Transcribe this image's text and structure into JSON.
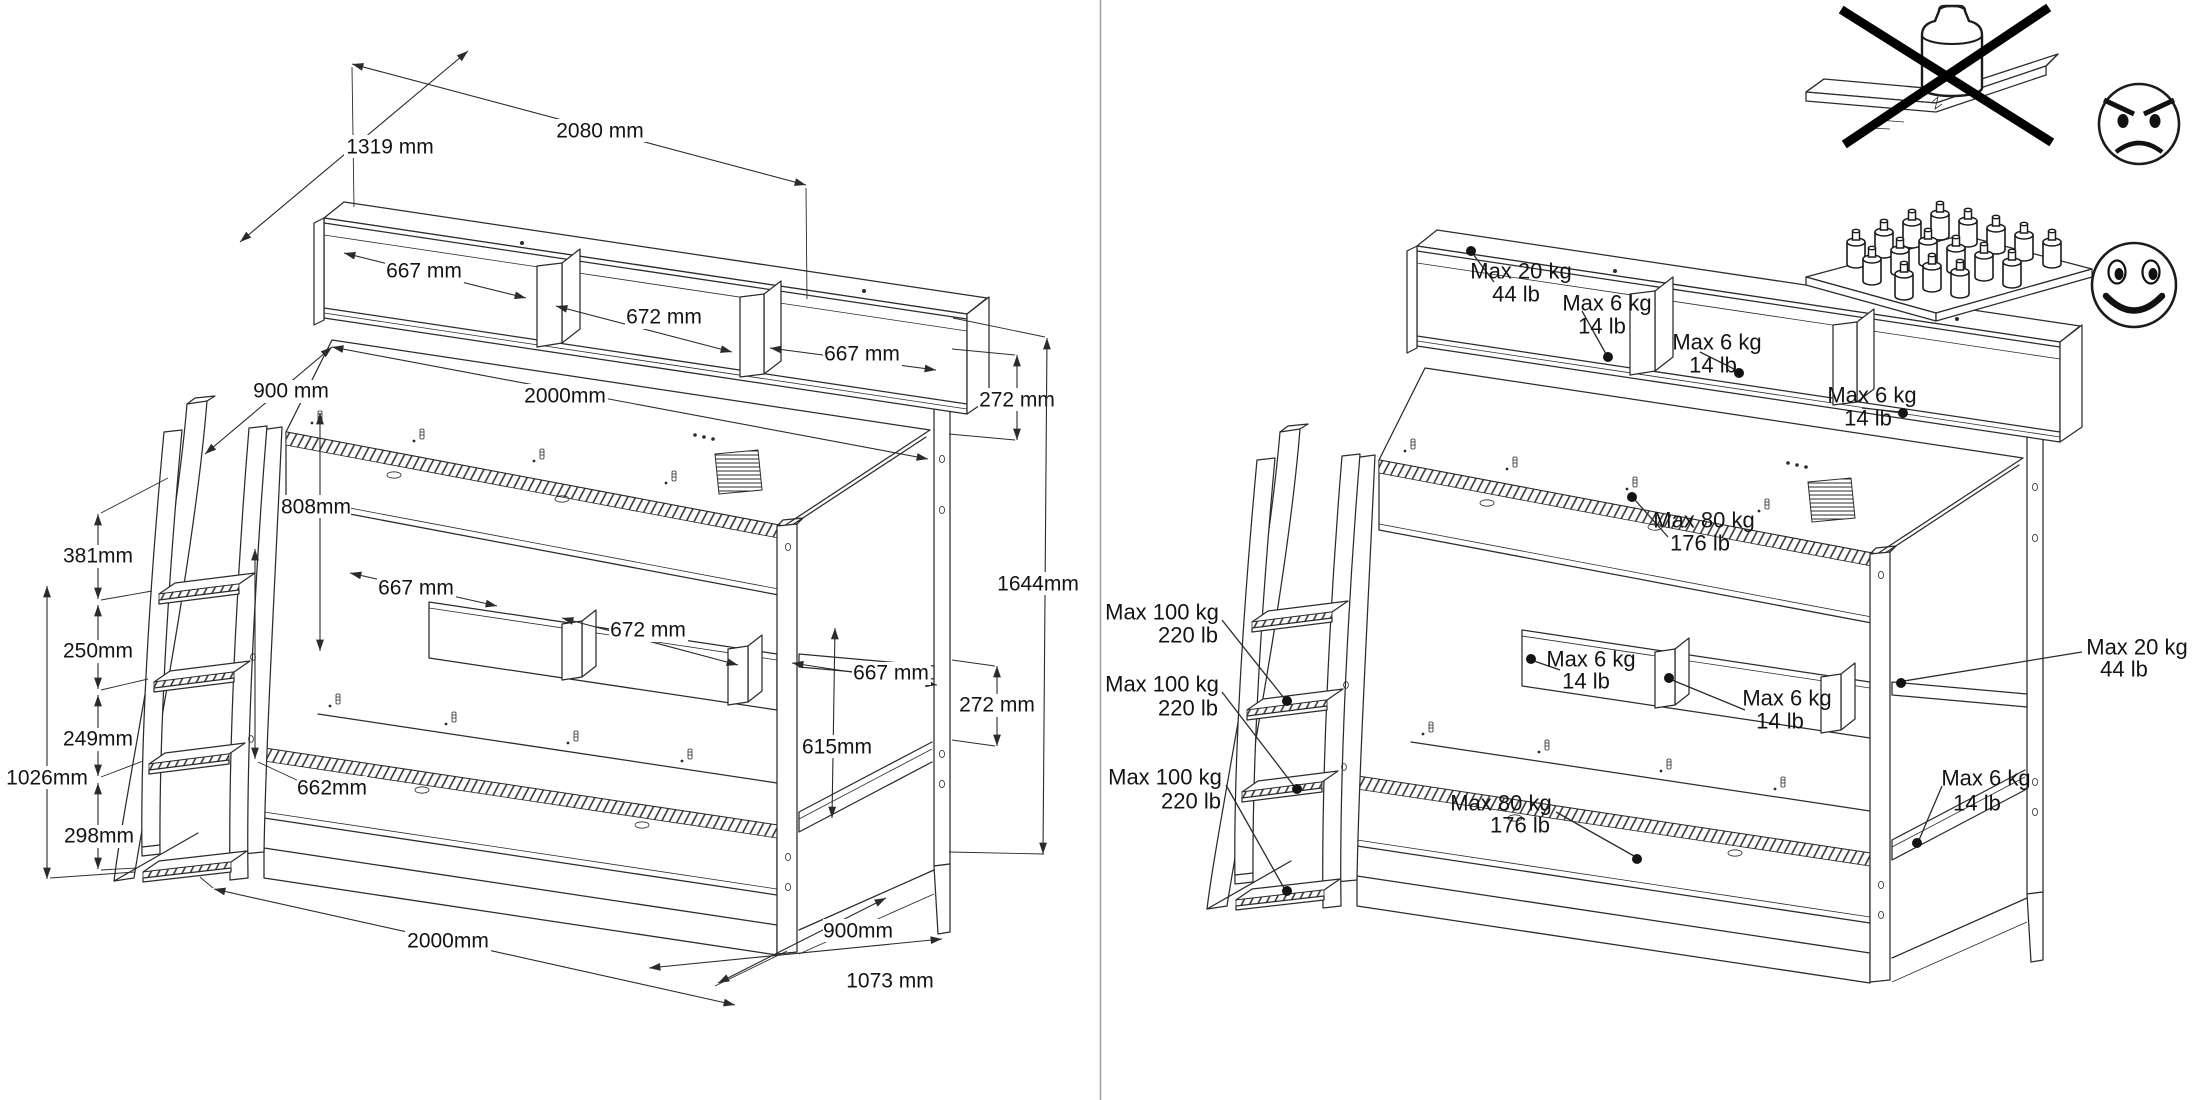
{
  "page": {
    "background": "#ffffff",
    "line_color": "#2b2b2b",
    "divider_color": "#9f9f9f",
    "border_color": "#8a8a8a"
  },
  "left_panel": {
    "name": "bunk-bed-dimensions-view",
    "dims": {
      "top_width": "2080 mm",
      "top_depth": "1319 mm",
      "shelf_top_left": "667 mm",
      "shelf_top_mid": "672 mm",
      "shelf_top_right": "667 mm",
      "bed_depth_top": "900 mm",
      "bed_length_top": "2000mm",
      "shelf_gap_top": "272 mm",
      "total_height": "1644mm",
      "upper_bed_height": "808mm",
      "shelf_mid_left": "667 mm",
      "shelf_mid_mid": "672 mm",
      "shelf_mid_right": "667 mm",
      "shelf_gap_bottom": "272 mm",
      "foot_clearance": "615mm",
      "ladder_depth": "662mm",
      "ladder_gap_1": "381mm",
      "ladder_gap_2": "250mm",
      "ladder_gap_3": "249mm",
      "ladder_height": "1026mm",
      "ladder_gap_4": "298mm",
      "bed_length_bottom": "2000mm",
      "bed_depth_bottom": "900mm",
      "footprint_depth": "1073 mm"
    }
  },
  "right_panel": {
    "name": "bunk-bed-max-load-view",
    "weights": [
      {
        "kg": "Max 20 kg",
        "lb": "44 lb"
      },
      {
        "kg": "Max 6 kg",
        "lb": "14 lb"
      },
      {
        "kg": "Max 6 kg",
        "lb": "14 lb"
      },
      {
        "kg": "Max 6 kg",
        "lb": "14 lb"
      },
      {
        "kg": "Max 80 kg",
        "lb": "176 lb"
      },
      {
        "kg": "Max 100 kg",
        "lb": "220 lb"
      },
      {
        "kg": "Max 6 kg",
        "lb": "14 lb"
      },
      {
        "kg": "Max 6 kg",
        "lb": "14 lb"
      },
      {
        "kg": "Max 100 kg",
        "lb": "220 lb"
      },
      {
        "kg": "Max 20 kg",
        "lb": "44 lb"
      },
      {
        "kg": "Max 100 kg",
        "lb": "220 lb"
      },
      {
        "kg": "Max 6 kg",
        "lb": "14 lb"
      },
      {
        "kg": "Max 80 kg",
        "lb": "176 lb"
      }
    ],
    "icons": {
      "wrong": "concentrated-load-crossed-out",
      "wrong_face": "angry-face",
      "right": "distributed-load",
      "right_face": "happy-face"
    }
  }
}
